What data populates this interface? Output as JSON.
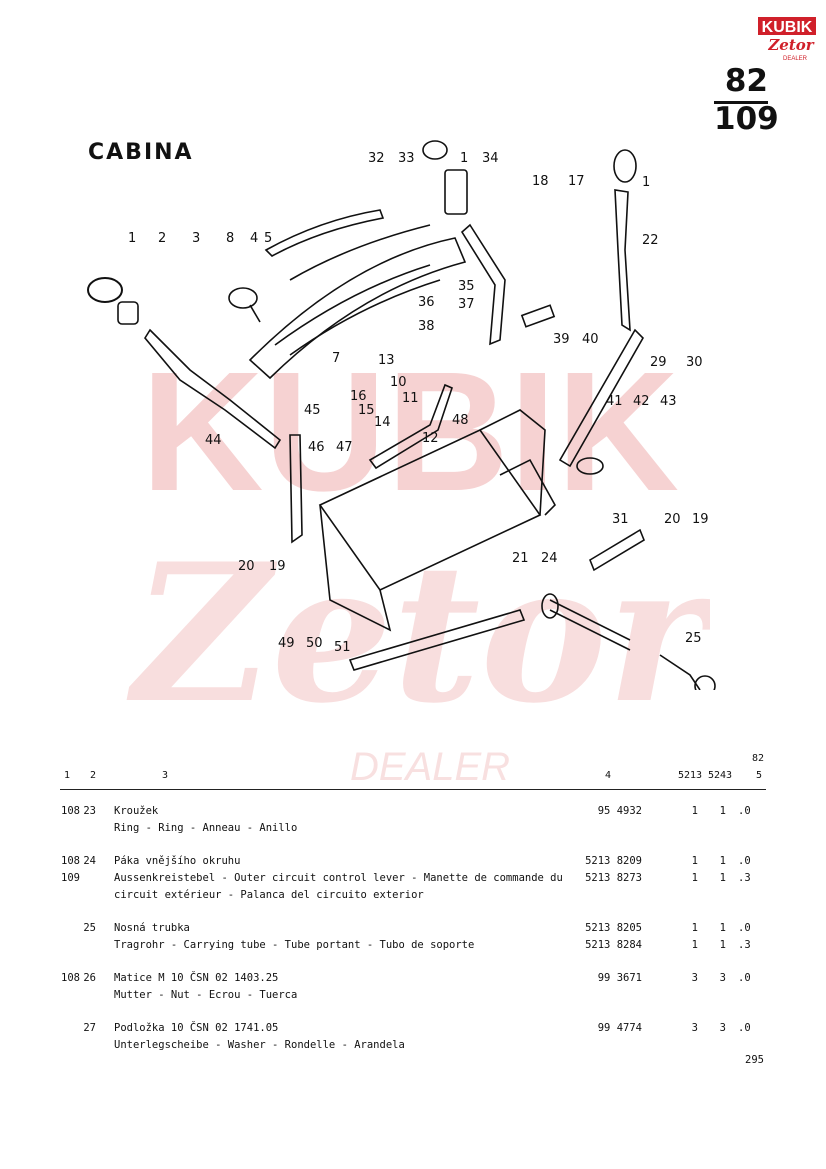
{
  "logo": {
    "top_text": "KUBIK",
    "script_text": "Zetor",
    "sub_text": "DEALER"
  },
  "watermark": {
    "top_text": "KUBIK",
    "script_text": "Zetor",
    "sub_text": "DEALER"
  },
  "page_numbers": {
    "top": "82",
    "bottom": "109"
  },
  "section_title": "CABINA",
  "diagram_callouts": [
    "1",
    "2",
    "3",
    "8",
    "4",
    "5",
    "32",
    "33",
    "1",
    "34",
    "18",
    "17",
    "1",
    "22",
    "35",
    "36",
    "37",
    "38",
    "39",
    "40",
    "29",
    "30",
    "7",
    "13",
    "10",
    "11",
    "45",
    "16",
    "15",
    "14",
    "48",
    "41",
    "42",
    "43",
    "44",
    "46",
    "47",
    "12",
    "31",
    "20",
    "19",
    "21",
    "24",
    "20",
    "19",
    "25",
    "49",
    "50",
    "51"
  ],
  "table_header": {
    "top_code": "82",
    "col1": "1",
    "col2": "2",
    "col3": "3",
    "col4": "4",
    "col5a": "5213",
    "col5b": "5243",
    "col5c": "5"
  },
  "rows": [
    {
      "ref": "108",
      "pos": "23",
      "desc1": "Kroužek",
      "desc2": "Ring - Ring - Anneau - Anillo",
      "lines": [
        {
          "part": "95 4932",
          "q1": "1",
          "q2": "1",
          "q3": ".0"
        }
      ]
    },
    {
      "ref": "108",
      "pos": "24",
      "ref2": "109",
      "desc1": "Páka vnějšího okruhu",
      "desc2": "Aussenkreistebel - Outer circuit control lever - Manette de commande du",
      "desc3": "circuit extérieur - Palanca del circuito exterior",
      "lines": [
        {
          "part": "5213 8209",
          "q1": "1",
          "q2": "1",
          "q3": ".0"
        },
        {
          "part": "5213 8273",
          "q1": "1",
          "q2": "1",
          "q3": ".3"
        }
      ]
    },
    {
      "ref": "",
      "pos": "25",
      "desc1": "Nosná trubka",
      "desc2": "Tragrohr - Carrying tube - Tube portant - Tubo de soporte",
      "lines": [
        {
          "part": "5213 8205",
          "q1": "1",
          "q2": "1",
          "q3": ".0"
        },
        {
          "part": "5213 8284",
          "q1": "1",
          "q2": "1",
          "q3": ".3"
        }
      ]
    },
    {
      "ref": "108",
      "pos": "26",
      "desc1": "Matice M 10 ČSN 02 1403.25",
      "desc2": "Mutter - Nut - Ecrou - Tuerca",
      "lines": [
        {
          "part": "99 3671",
          "q1": "3",
          "q2": "3",
          "q3": ".0"
        }
      ]
    },
    {
      "ref": "",
      "pos": "27",
      "desc1": "Podložka 10 ČSN 02 1741.05",
      "desc2": "Unterlegscheibe - Washer - Rondelle - Arandela",
      "lines": [
        {
          "part": "99 4774",
          "q1": "3",
          "q2": "3",
          "q3": ".0"
        }
      ]
    }
  ],
  "footer_page": "295",
  "colors": {
    "logo_red": "#d0202a",
    "watermark": "#f6d2d2",
    "ink": "#111111"
  }
}
